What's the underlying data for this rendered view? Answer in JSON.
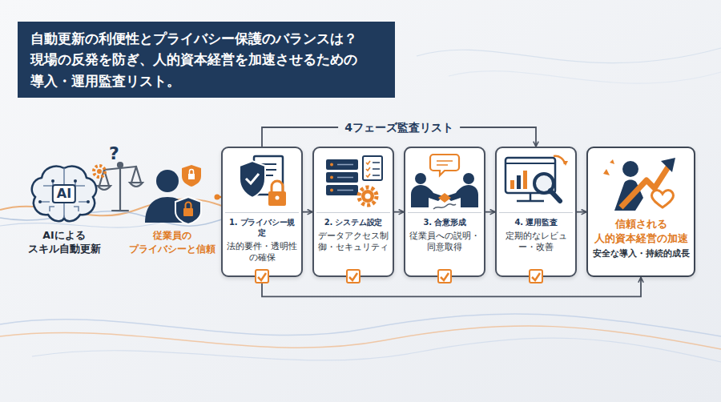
{
  "diagram": {
    "title": "自動更新の利便性とプライバシー保護のバランスは？ 現場の反発を防ぎ、人的資本経営を加速させるための 導入・運用監査リスト。",
    "nodes": [
      {
        "text": [
          "AI",
          "AIによる スキル自動更新"
        ]
      },
      {
        "text": [
          "従業員の プライバシーと信頼"
        ]
      },
      {
        "text": [
          "1. プライバシー規定",
          "法的要件・透明性の確保"
        ]
      },
      {
        "text": [
          "2. システム設定",
          "データアクセス制御・セキュリティ"
        ]
      },
      {
        "text": [
          "3. 合意形成",
          "従業員への説明・同意取得"
        ]
      },
      {
        "text": [
          "4. 運用監査",
          "定期的なレビュー・改善"
        ]
      },
      {
        "text": [
          "信頼される 人的資本経営の加速",
          "安全な導入・持続的成長"
        ]
      }
    ],
    "edges": [
      {
        "from": 1,
        "to": 2,
        "arrow": "none"
      },
      {
        "from": 2,
        "to": 5,
        "arrow": "to",
        "label": "4フェーズ監査リスト"
      },
      {
        "from": 2,
        "to": 3,
        "arrow": "to"
      },
      {
        "from": 3,
        "to": 4,
        "arrow": "to"
      },
      {
        "from": 4,
        "to": 5,
        "arrow": "to"
      },
      {
        "from": 5,
        "to": 6,
        "arrow": "to"
      },
      {
        "from": 2,
        "to": 6,
        "arrow": "to"
      }
    ],
    "labels": [
      "?"
    ]
  }
}
